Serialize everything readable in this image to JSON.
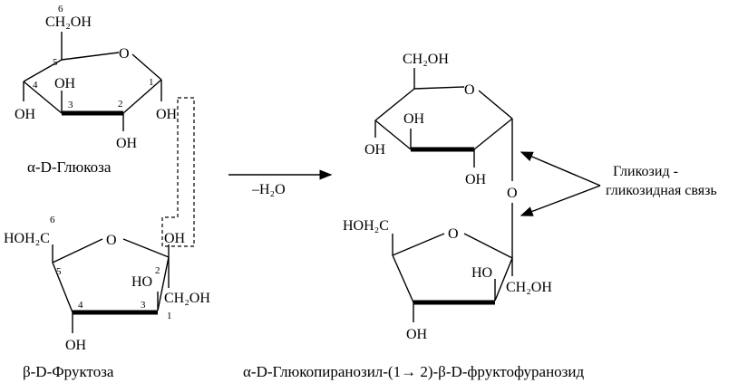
{
  "glucose": {
    "caption": "α-D-Глюкоза",
    "ch2oh": "CH₂OH",
    "ring_o": "O",
    "oh_c1": "OH",
    "oh_c2": "OH",
    "oh_c3": "OH",
    "oh_c4": "OH",
    "numbers": {
      "n1": "1",
      "n2": "2",
      "n3": "3",
      "n4": "4",
      "n5": "5",
      "n6": "6"
    }
  },
  "fructose": {
    "caption": "β-D-Фруктоза",
    "hoh2c": "HOH₂C",
    "ring_o": "O",
    "oh_c2": "OH",
    "ho_c3": "HO",
    "ch2oh": "CH₂OH",
    "oh_c4": "OH",
    "numbers": {
      "n1": "1",
      "n2": "2",
      "n3": "3",
      "n4": "4",
      "n5": "5",
      "n6": "6"
    }
  },
  "reaction": {
    "condition": "–H₂O"
  },
  "product": {
    "caption": "α-D-Глюкопиранозил-(1→ 2)-β-D-фруктофуранозид",
    "glc_ch2oh": "CH₂OH",
    "glc_ring_o": "O",
    "glc_oh_a": "OH",
    "glc_oh_b": "OH",
    "glc_oh_c": "OH",
    "bridge_o": "O",
    "fru_hoh2c": "HOH₂C",
    "fru_ring_o": "O",
    "fru_ho": "HO",
    "fru_ch2oh": "CH₂OH",
    "fru_oh": "OH",
    "annotation_line1": "Гликозид -",
    "annotation_line2": "гликозидная связь"
  }
}
